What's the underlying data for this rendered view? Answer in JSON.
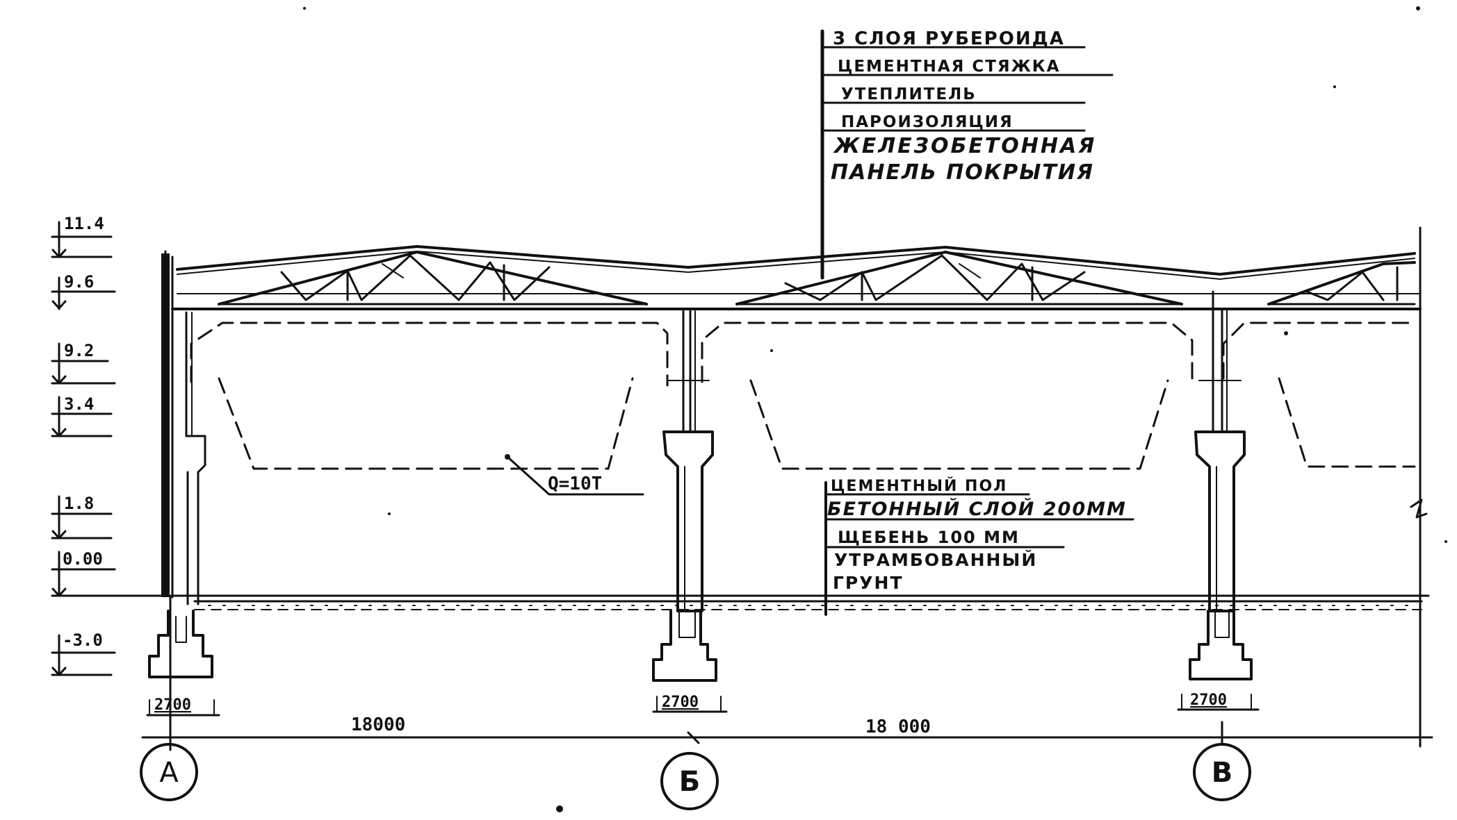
{
  "roof_layers": [
    "3 СЛОЯ РУБЕРОИДА",
    "ЦЕМЕНТНАЯ СТЯЖКА",
    "УТЕПЛИТЕЛЬ",
    "ПАРОИЗОЛЯЦИЯ",
    "ЖЕЛЕЗОБЕТОННАЯ",
    "ПАНЕЛЬ ПОКРЫТИЯ"
  ],
  "floor_layers": [
    "ЦЕМЕНТНЫЙ ПОЛ",
    "БЕТОННЫЙ СЛОЙ 200ММ",
    "ЩЕБЕНЬ 100 ММ",
    "УТРАМБОВАННЫЙ",
    "ГРУНТ"
  ],
  "elevations": [
    "11.4",
    "9.6",
    "9.2",
    "3.4",
    "1.8",
    "0.00",
    "-3.0"
  ],
  "crane_label": "Q=10Т",
  "spans": [
    "18000",
    "18 000"
  ],
  "footing_depths": [
    "2700",
    "2700",
    "2700"
  ],
  "axes": [
    "А",
    "Б",
    "В"
  ]
}
